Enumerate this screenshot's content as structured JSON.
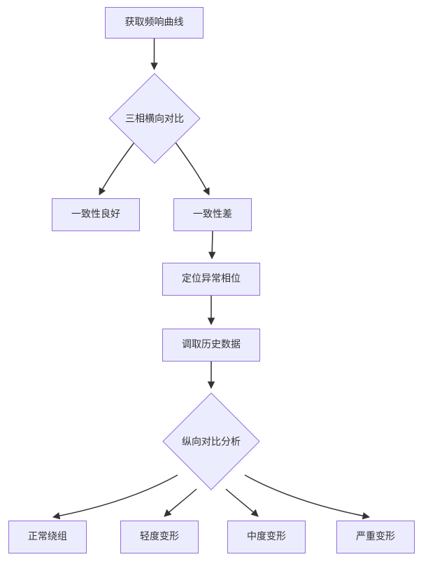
{
  "diagram": {
    "type": "flowchart",
    "direction": "top-down",
    "colors": {
      "node_fill": "#ECECFF",
      "node_border": "#9370DB",
      "edge": "#333333",
      "text": "#333333",
      "background": "#FFFFFF"
    },
    "nodes": {
      "start": {
        "label": "获取频响曲线",
        "shape": "rect"
      },
      "decision1": {
        "label": "三相横向对比",
        "shape": "diamond"
      },
      "good": {
        "label": "一致性良好",
        "shape": "rect"
      },
      "bad": {
        "label": "一致性差",
        "shape": "rect"
      },
      "locate": {
        "label": "定位异常相位",
        "shape": "rect"
      },
      "history": {
        "label": "调取历史数据",
        "shape": "rect"
      },
      "decision2": {
        "label": "纵向对比分析",
        "shape": "diamond"
      },
      "normal": {
        "label": "正常绕组",
        "shape": "rect"
      },
      "mild": {
        "label": "轻度变形",
        "shape": "rect"
      },
      "moderate": {
        "label": "中度变形",
        "shape": "rect"
      },
      "severe": {
        "label": "严重变形",
        "shape": "rect"
      }
    },
    "edges": [
      {
        "from": "获取频响曲线",
        "to": "三相横向对比"
      },
      {
        "from": "三相横向对比",
        "to": "一致性良好"
      },
      {
        "from": "三相横向对比",
        "to": "一致性差"
      },
      {
        "from": "一致性差",
        "to": "定位异常相位"
      },
      {
        "from": "定位异常相位",
        "to": "调取历史数据"
      },
      {
        "from": "调取历史数据",
        "to": "纵向对比分析"
      },
      {
        "from": "纵向对比分析",
        "to": "正常绕组"
      },
      {
        "from": "纵向对比分析",
        "to": "轻度变形"
      },
      {
        "from": "纵向对比分析",
        "to": "中度变形"
      },
      {
        "from": "纵向对比分析",
        "to": "严重变形"
      }
    ]
  }
}
